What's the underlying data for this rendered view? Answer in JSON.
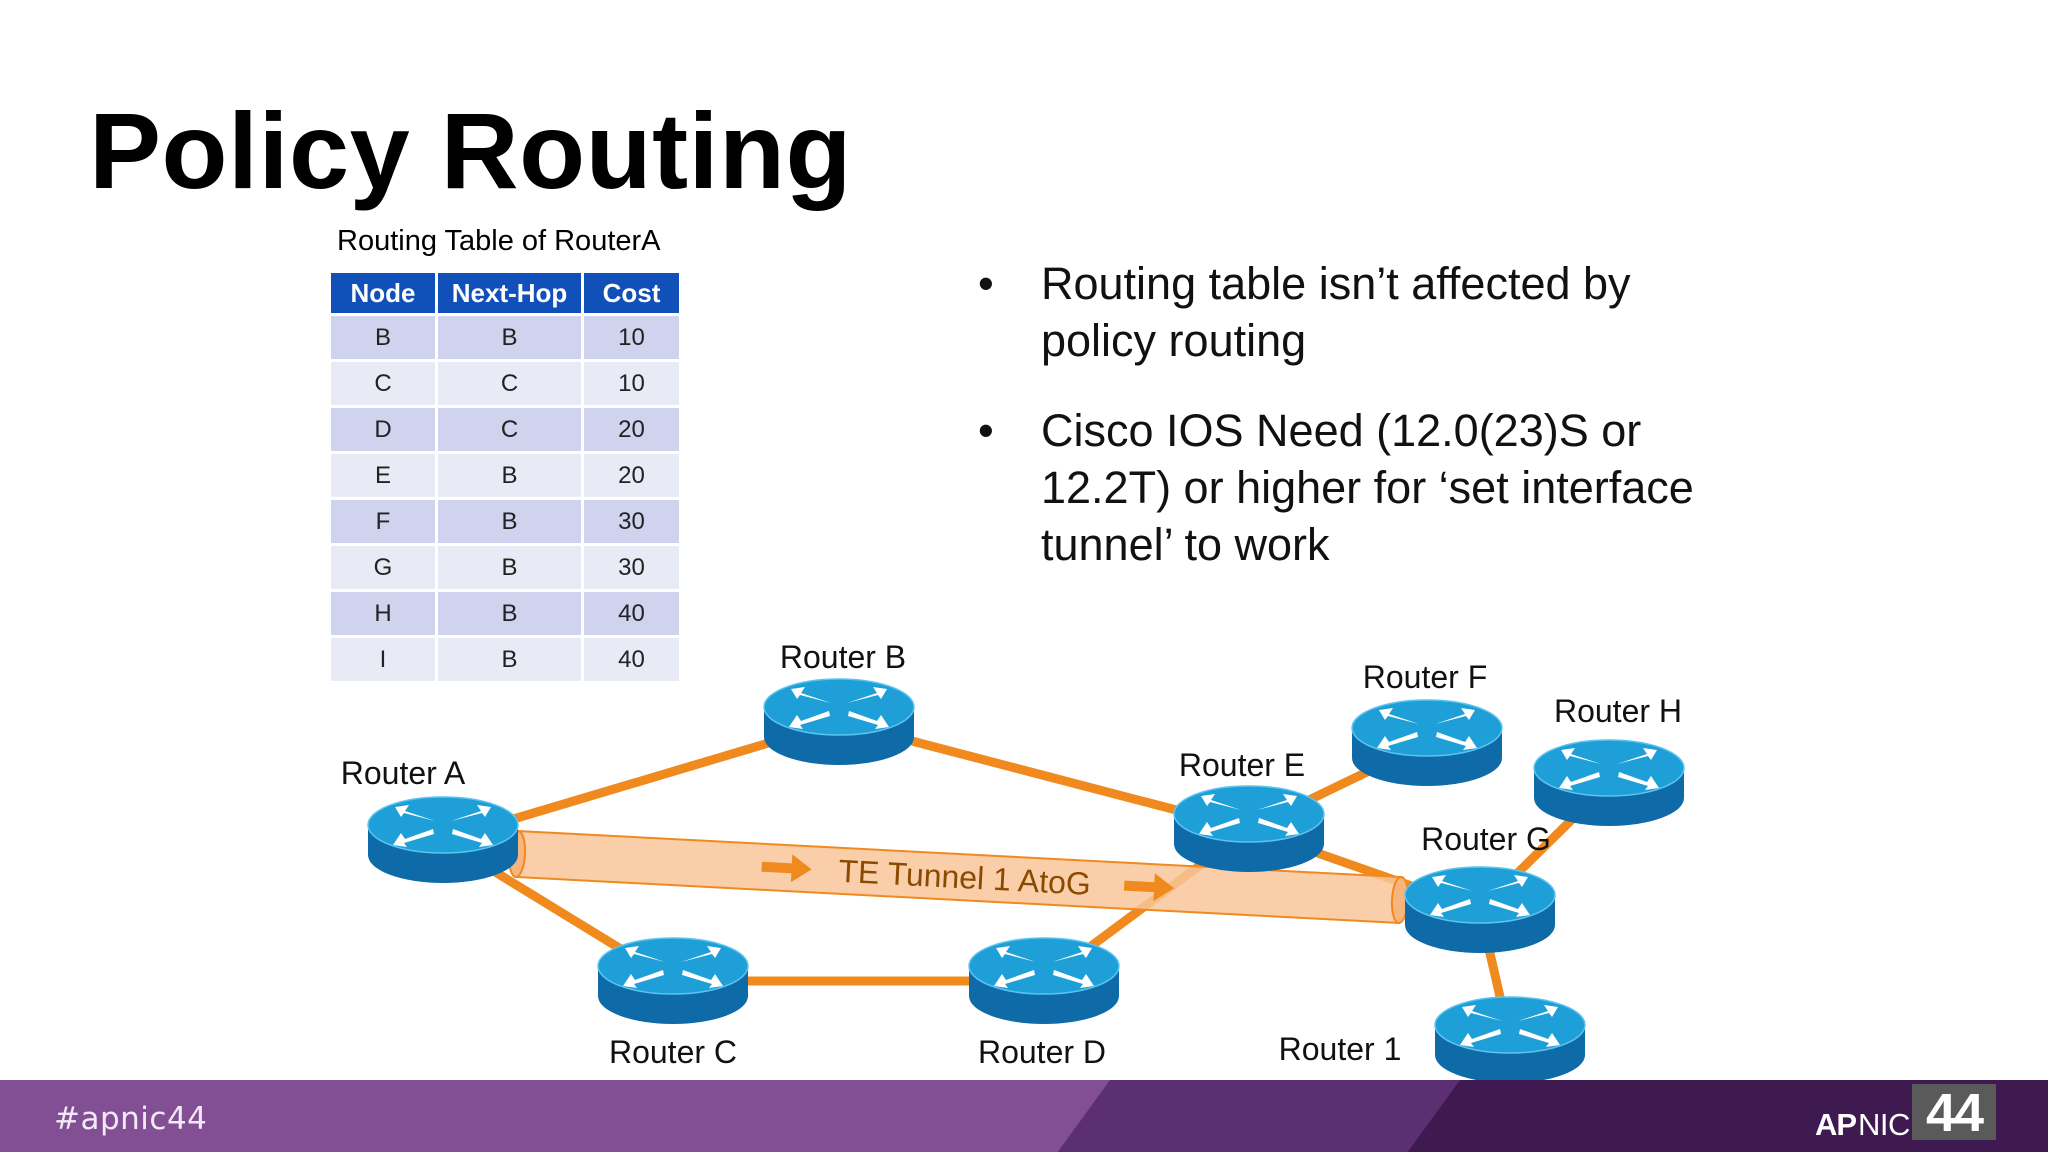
{
  "slide": {
    "title": "Policy Routing"
  },
  "routing_table": {
    "caption": "Routing Table of RouterA",
    "headers": [
      "Node",
      "Next-Hop",
      "Cost"
    ],
    "rows": [
      [
        "B",
        "B",
        "10"
      ],
      [
        "C",
        "C",
        "10"
      ],
      [
        "D",
        "C",
        "20"
      ],
      [
        "E",
        "B",
        "20"
      ],
      [
        "F",
        "B",
        "30"
      ],
      [
        "G",
        "B",
        "30"
      ],
      [
        "H",
        "B",
        "40"
      ],
      [
        "I",
        "B",
        "40"
      ]
    ],
    "colors": {
      "header": "#1050b8",
      "row_odd": "#cfd3ee",
      "row_even": "#e8eaf6"
    }
  },
  "bullets": {
    "items": [
      "Routing table isn’t affected by policy routing",
      "Cisco IOS Need (12.0(23)S or 12.2T) or higher for ‘set interface tunnel’ to work"
    ]
  },
  "diagram": {
    "routers": [
      {
        "id": "A",
        "label": "Router A"
      },
      {
        "id": "B",
        "label": "Router B"
      },
      {
        "id": "C",
        "label": "Router C"
      },
      {
        "id": "D",
        "label": "Router D"
      },
      {
        "id": "E",
        "label": "Router E"
      },
      {
        "id": "F",
        "label": "Router F"
      },
      {
        "id": "G",
        "label": "Router G"
      },
      {
        "id": "H",
        "label": "Router H"
      },
      {
        "id": "I",
        "label": "Router 1"
      }
    ],
    "links": [
      [
        "A",
        "B"
      ],
      [
        "A",
        "C"
      ],
      [
        "B",
        "E"
      ],
      [
        "C",
        "D"
      ],
      [
        "D",
        "E"
      ],
      [
        "E",
        "F"
      ],
      [
        "E",
        "G"
      ],
      [
        "G",
        "H"
      ],
      [
        "G",
        "I"
      ]
    ],
    "tunnel": {
      "label": "TE Tunnel 1 AtoG",
      "from": "A",
      "to": "G"
    },
    "colors": {
      "link": "#f08a1e",
      "tunnel_fill": "#f8c69a",
      "tunnel_text": "#8a4a00",
      "router_top": "#1e9fd8",
      "router_side": "#0f6aa8"
    },
    "icon": "router-icon"
  },
  "footer": {
    "hashtag": "#apnic44",
    "logo_ap": "AP",
    "logo_nic": "NIC",
    "logo_number": "44",
    "colors": {
      "main": "#824f95",
      "dark": "#5c2e72",
      "darkest": "#3e1a50"
    }
  }
}
